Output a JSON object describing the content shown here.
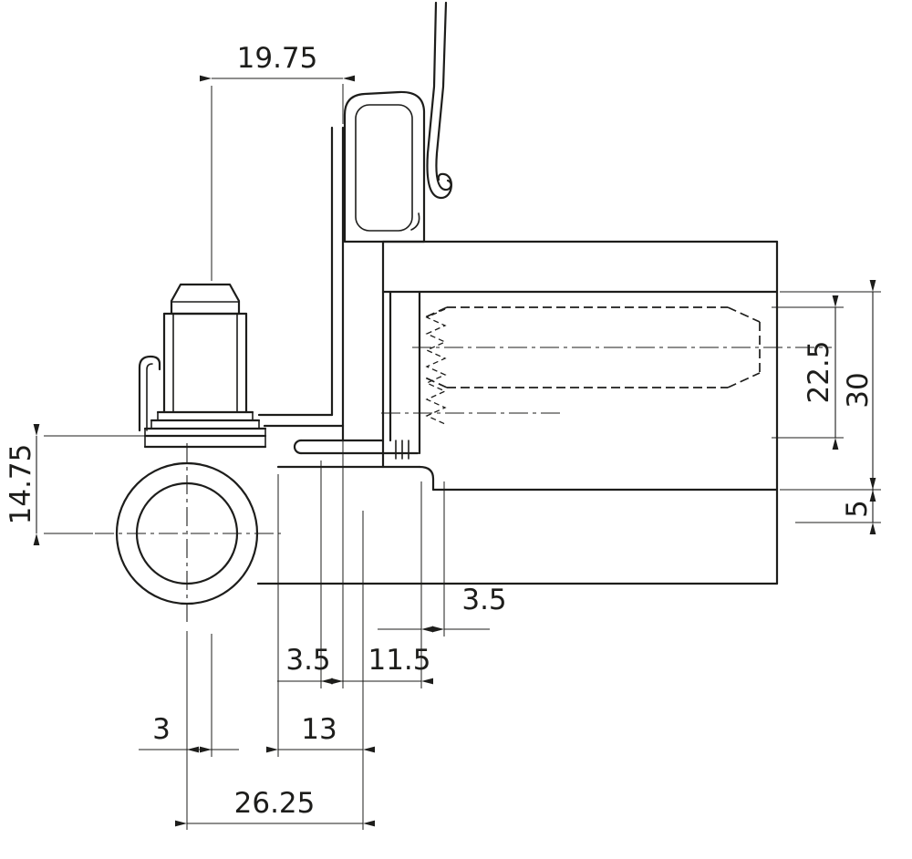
{
  "drawing": {
    "background": "#ffffff",
    "line_color": "#1d1d1b",
    "type": "hinge-cross-section",
    "dimensions": {
      "frame_overhang": "19.75",
      "axis_height": "14.75",
      "screw_depth": "22.5",
      "leaf_thickness": "30",
      "rebate": "5",
      "thread_gap": "3.5",
      "strap_gap": "3.5",
      "pocket_width": "11.5",
      "axis_offset": "3",
      "strap_offset": "13",
      "overall_width": "26.25"
    }
  }
}
